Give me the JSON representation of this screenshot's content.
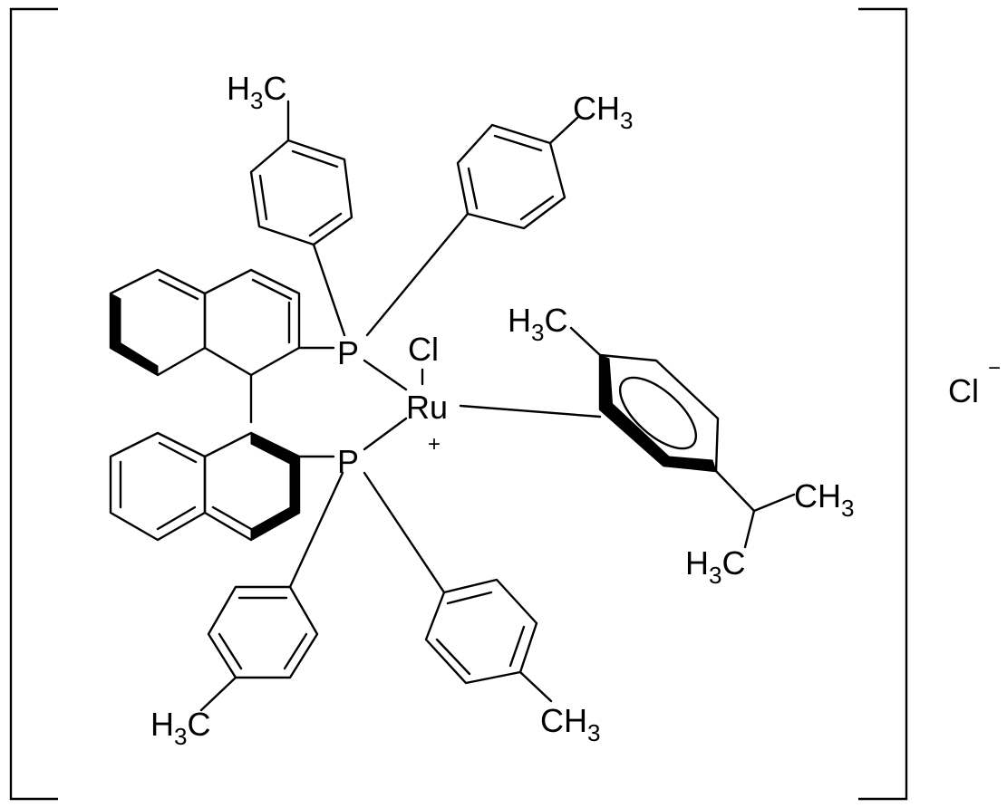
{
  "molecule": {
    "labels": {
      "cl_ligand": "Cl",
      "ru": "Ru",
      "ru_charge": "+",
      "p_upper": "P",
      "p_lower": "P",
      "counterion": "Cl",
      "counterion_charge": "−",
      "methyl_upper_left": {
        "main": "H",
        "sub": "3",
        "tail": "C"
      },
      "methyl_upper_right": {
        "main": "CH",
        "sub": "3"
      },
      "methyl_cymene": {
        "main": "H",
        "sub": "3",
        "tail": "C"
      },
      "methyl_isopropyl_right": {
        "main": "CH",
        "sub": "3"
      },
      "methyl_isopropyl_left": {
        "main": "H",
        "sub": "3",
        "tail": "C"
      },
      "methyl_lower_left": {
        "main": "H",
        "sub": "3",
        "tail": "C"
      },
      "methyl_lower_right": {
        "main": "CH",
        "sub": "3"
      }
    },
    "colors": {
      "ink": "#000000",
      "background": "#ffffff"
    }
  }
}
